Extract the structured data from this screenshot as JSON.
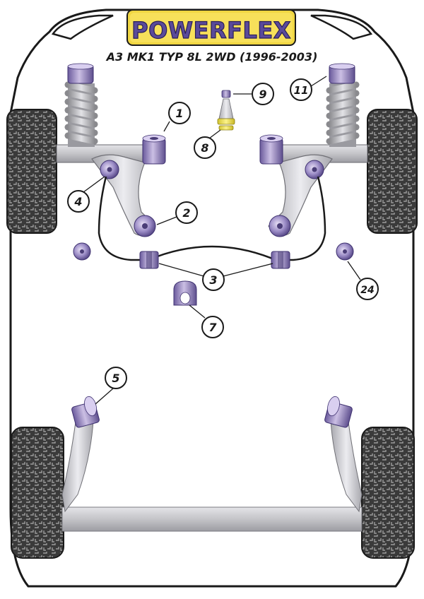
{
  "header": {
    "brand": "POWERFLEX",
    "subtitle": "A3 MK1 TYP 8L 2WD (1996-2003)"
  },
  "callouts": [
    "1",
    "2",
    "3",
    "4",
    "5",
    "7",
    "8",
    "9",
    "11",
    "24"
  ],
  "colors": {
    "bush_purple": "#8e7fb8",
    "bush_highlight": "#cbbfe4",
    "bush_dark": "#4a3d77",
    "bump_yellow": "#efe24a",
    "arm_grey": "#c8c8cc",
    "tyre_dark": "#2b2b2b",
    "outline": "#1a1a1a"
  }
}
